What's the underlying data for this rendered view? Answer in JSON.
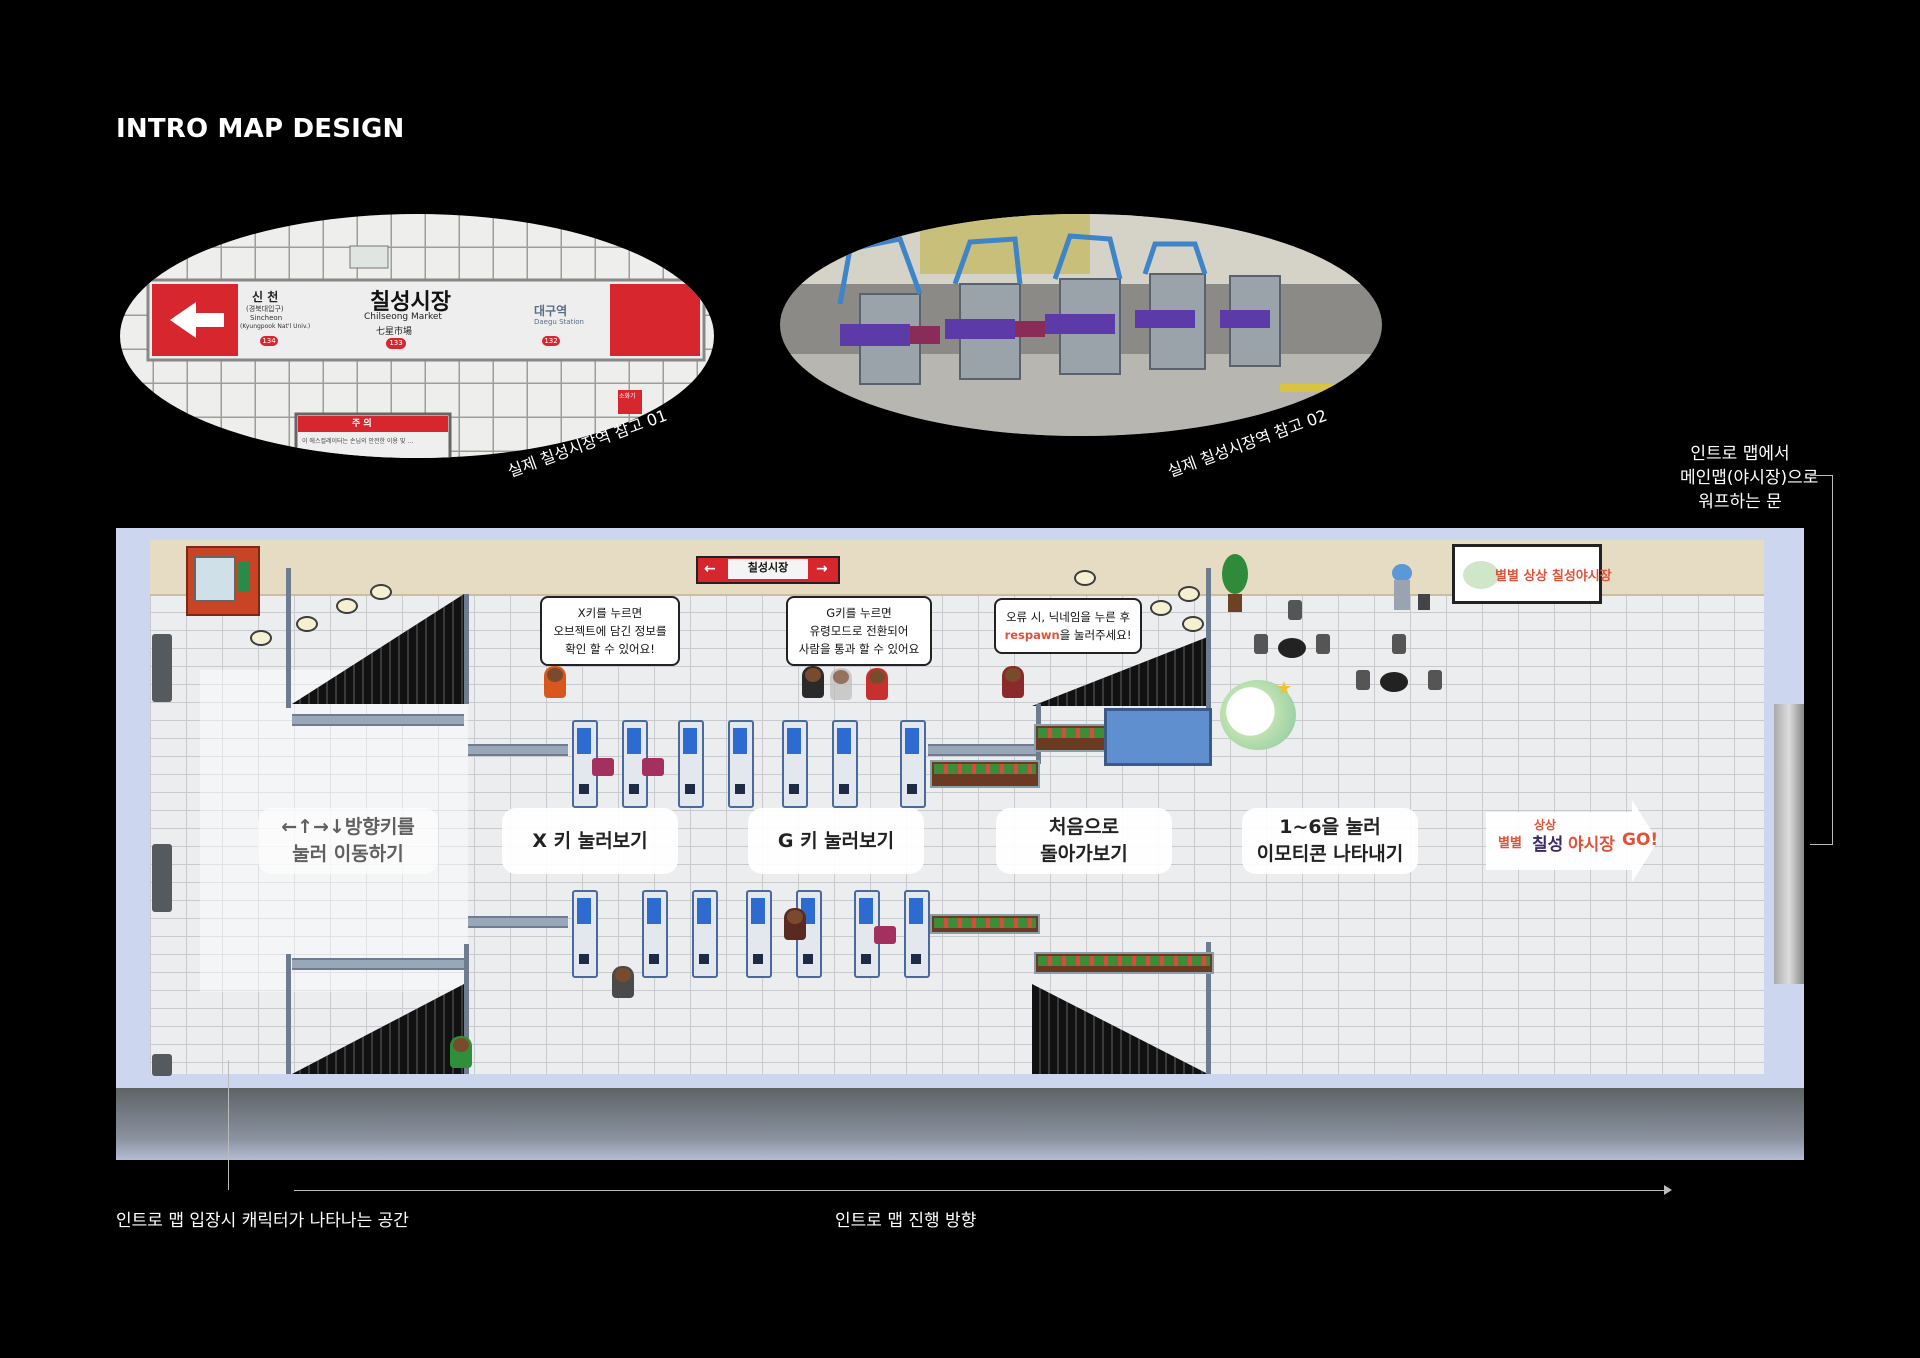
{
  "page": {
    "title": "INTRO MAP DESIGN",
    "photo1_caption": "실제 칠성시장역 참고 01",
    "photo2_caption": "실제 칠성시장역 참고 02",
    "warp_note": [
      "인트로 맵에서",
      "메인맵(야시장)으로",
      "워프하는 문"
    ],
    "spawn_note": "인트로 맵 입장시 캐릭터가 나타나는 공간",
    "direction_note": "인트로 맵 진행 방향"
  },
  "photo1": {
    "station_name": "칠성시장",
    "station_name_en": "Chilseong Market",
    "station_name_hanja": "七星市場",
    "station_code": "133",
    "left_station": "신 천",
    "left_station_sub": "(경북대입구)",
    "left_station_en": "Sincheon",
    "left_station_en_sub": "(Kyungpook Nat'l Univ.)",
    "left_code": "134",
    "right_station": "대구역",
    "right_station_en": "Daegu Station",
    "right_code": "132",
    "caution_title": "주 의",
    "caution_text": "이 에스컬레이터는 손님의 안전한 이용 및 …",
    "exit_sign": "소화기"
  },
  "map": {
    "station_sign": "칠성시장",
    "bubble_x": [
      "X키를 누르면",
      "오브젝트에 담긴 정보를",
      "확인 할 수 있어요!"
    ],
    "bubble_g": [
      "G키를 누르면",
      "유령모드로 전환되어",
      "사람을 통과 할 수 있어요"
    ],
    "bubble_respawn_1": "오류 시, 닉네임을 누른 후",
    "bubble_respawn_keyword": "respawn",
    "bubble_respawn_2": "을 눌러주세요!",
    "logo_text": "별별 상상 칠성야시장",
    "instructions": [
      {
        "line1": "←↑→↓방향키를",
        "line2": "눌러 이동하기"
      },
      {
        "line1": "X 키 눌러보기",
        "line2": ""
      },
      {
        "line1": "G 키 눌러보기",
        "line2": ""
      },
      {
        "line1": "처음으로",
        "line2": "돌아가보기"
      },
      {
        "line1": "1~6을 눌러",
        "line2": "이모티콘 나타내기"
      }
    ],
    "go_prefix": "별별",
    "go_mid": "상상",
    "go_main": "칠성",
    "go_accent": "야시장",
    "go_suffix": "GO!"
  },
  "colors": {
    "accent": "#e0533a",
    "sign_red": "#d8262e",
    "map_border": "#ccd6ee",
    "gate_blue": "#2d6bd0",
    "flap_magenta": "#a3305f"
  }
}
